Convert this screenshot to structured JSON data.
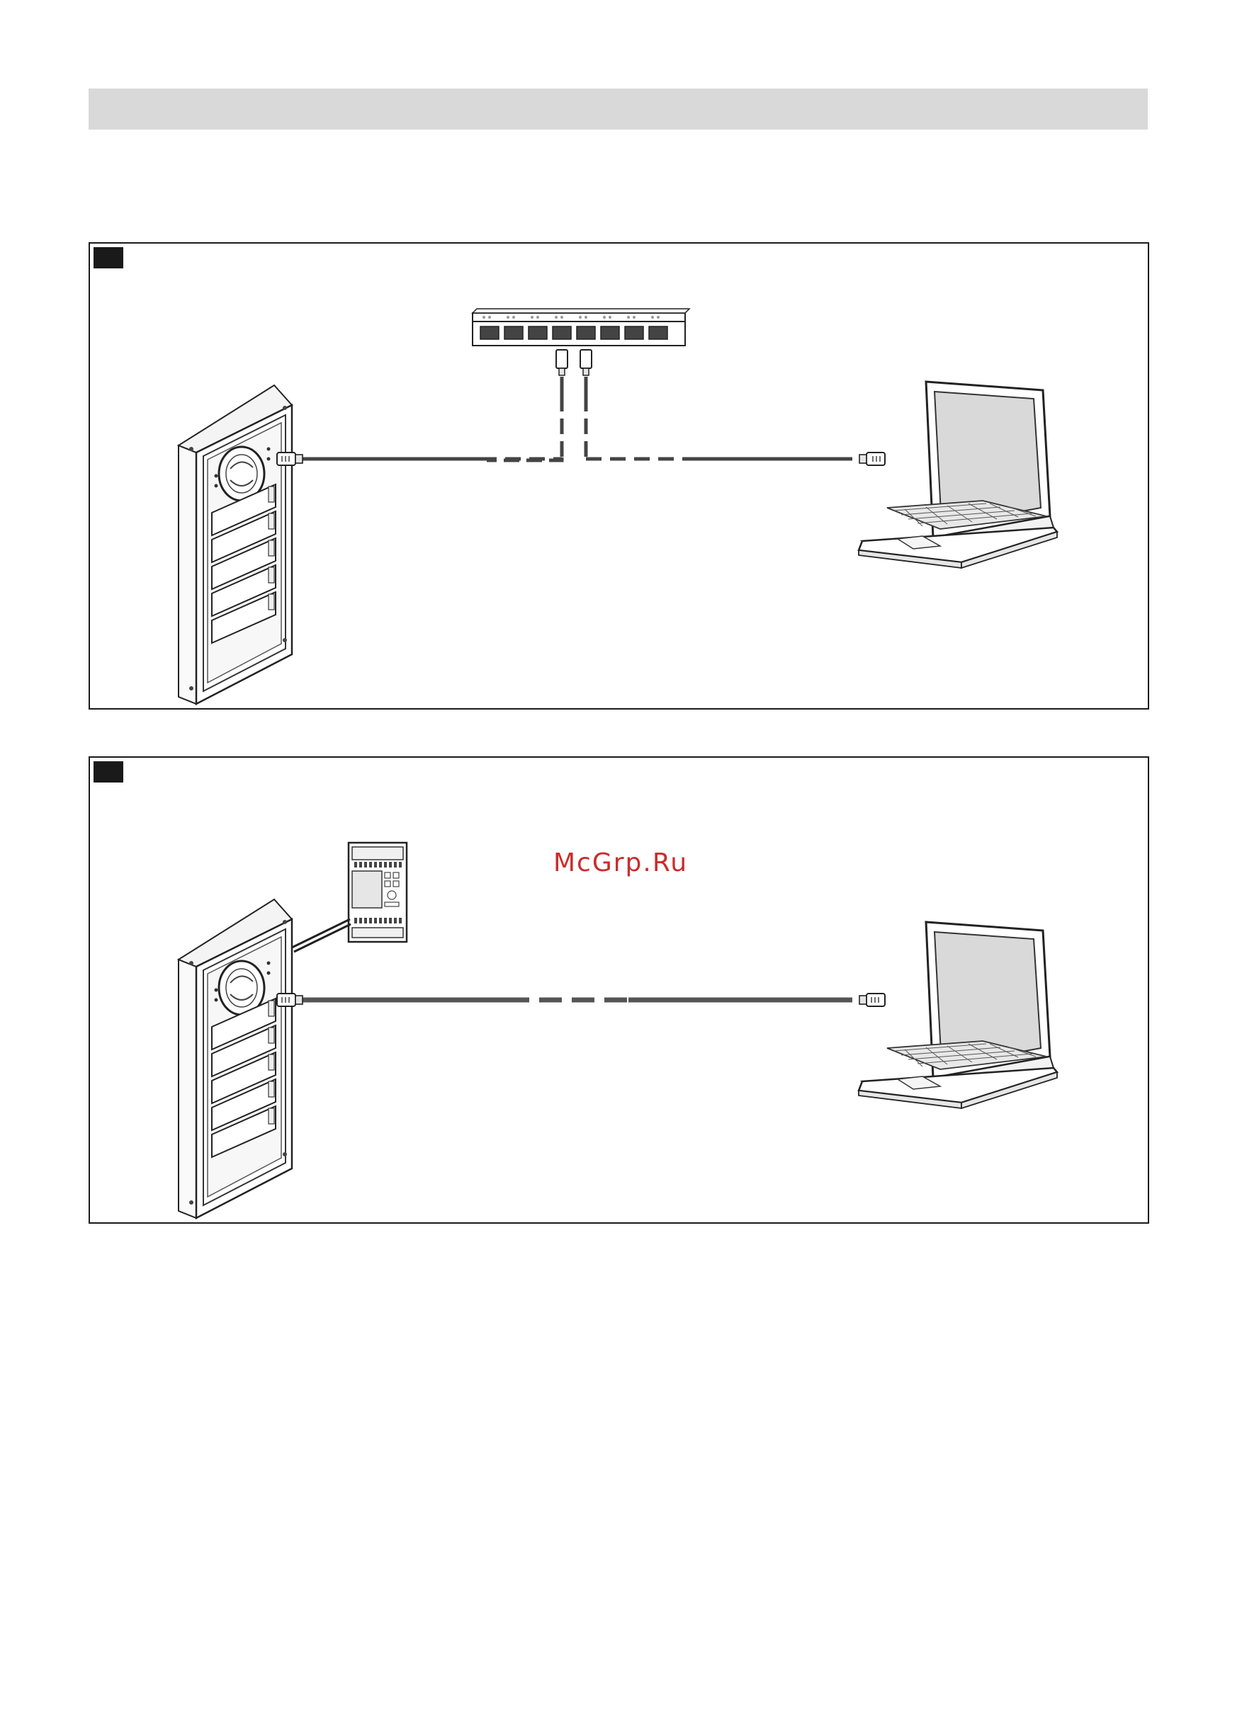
{
  "page": {
    "watermark_text": "McGrp.Ru",
    "watermark_color": "#cc2b2b",
    "header_bar_color": "#d9d9d9"
  },
  "figures": [
    {
      "name": "figure-network-switch",
      "devices": [
        "door-station-icon",
        "network-switch-icon",
        "rj45-connector-icon",
        "laptop-icon"
      ],
      "connection": "ethernet-via-switch"
    },
    {
      "name": "figure-direct-connection",
      "devices": [
        "door-station-icon",
        "power-supply-module-icon",
        "rj45-connector-icon",
        "laptop-icon"
      ],
      "connection": "ethernet-direct"
    }
  ]
}
